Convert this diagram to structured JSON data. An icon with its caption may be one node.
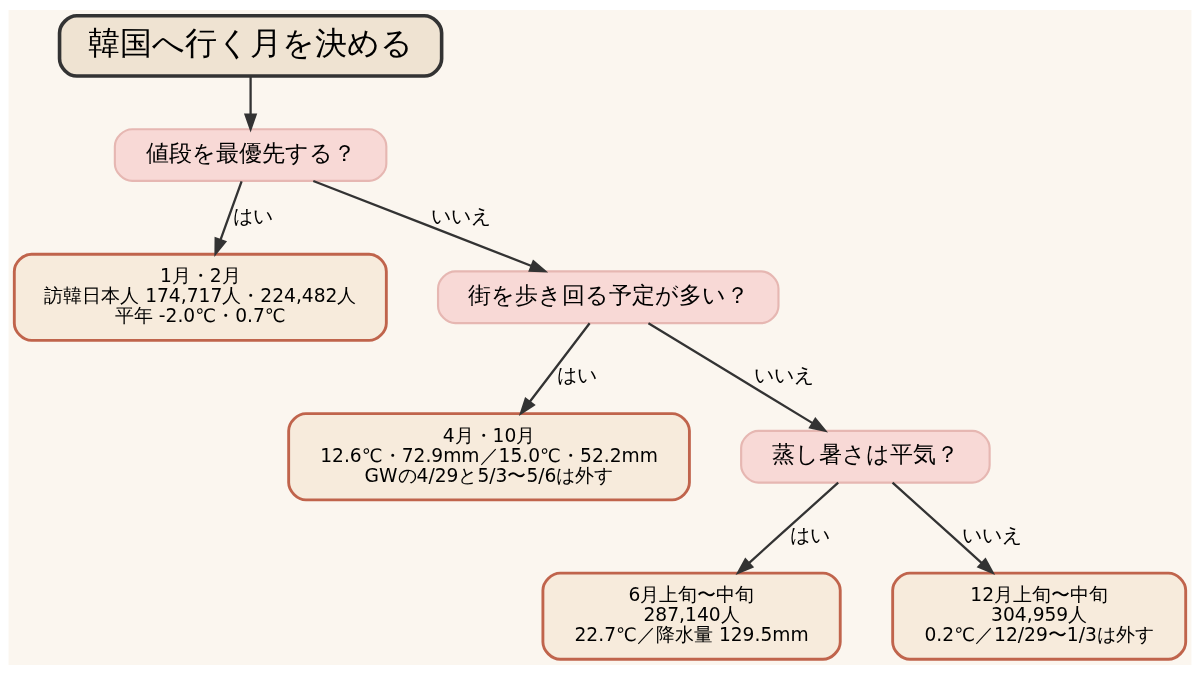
{
  "diagram": {
    "nodes": [
      {
        "text": [
          "韓国へ行く月を決める"
        ]
      },
      {
        "text": [
          "値段を最優先する？"
        ]
      },
      {
        "text": [
          "1月・2月",
          "訪韓日本人 174,717人・224,482人",
          "平年 -2.0℃・0.7℃"
        ]
      },
      {
        "text": [
          "街を歩き回る予定が多い？"
        ]
      },
      {
        "text": [
          "4月・10月",
          "12.6℃・72.9mm／15.0℃・52.2mm",
          "GWの4/29と5/3〜5/6は外す"
        ]
      },
      {
        "text": [
          "蒸し暑さは平気？"
        ]
      },
      {
        "text": [
          "6月上旬〜中旬",
          "287,140人",
          "22.7℃／降水量 129.5mm"
        ]
      },
      {
        "text": [
          "12月上旬〜中旬",
          "304,959人",
          "0.2℃／12/29〜1/3は外す"
        ]
      }
    ],
    "edges": [
      {
        "from": 0,
        "to": 1,
        "arrow": "to"
      },
      {
        "from": 1,
        "to": 2,
        "arrow": "to",
        "label": "はい"
      },
      {
        "from": 1,
        "to": 3,
        "arrow": "to",
        "label": "いいえ"
      },
      {
        "from": 3,
        "to": 4,
        "arrow": "to",
        "label": "はい"
      },
      {
        "from": 3,
        "to": 5,
        "arrow": "to",
        "label": "いいえ"
      },
      {
        "from": 5,
        "to": 6,
        "arrow": "to",
        "label": "はい"
      },
      {
        "from": 5,
        "to": 7,
        "arrow": "to",
        "label": "いいえ"
      }
    ]
  }
}
